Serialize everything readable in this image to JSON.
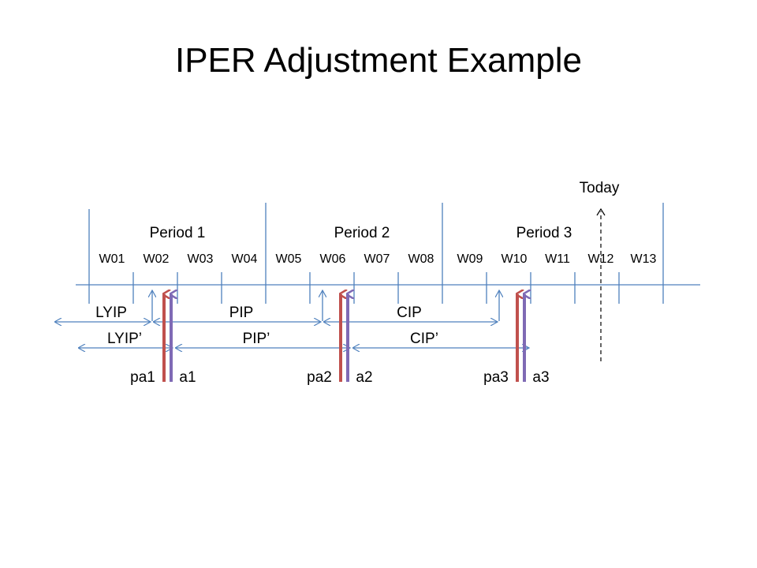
{
  "slide": {
    "title": "IPER Adjustment Example"
  },
  "diagram": {
    "today_label": "Today",
    "periods": [
      "Period 1",
      "Period 2",
      "Period 3"
    ],
    "weeks": [
      "W01",
      "W02",
      "W03",
      "W04",
      "W05",
      "W06",
      "W07",
      "W08",
      "W09",
      "W10",
      "W11",
      "W12",
      "W13"
    ],
    "intervals_original": [
      "LYIP",
      "PIP",
      "CIP"
    ],
    "intervals_adjusted": [
      "LYIP’",
      "PIP’",
      "CIP’"
    ],
    "points": [
      {
        "pa": "pa1",
        "a": "a1"
      },
      {
        "pa": "pa2",
        "a": "a2"
      },
      {
        "pa": "pa3",
        "a": "a3"
      }
    ],
    "colors": {
      "line": "#4f81bd",
      "adjust_red": "#c0504d",
      "adjust_purple": "#7f6ab5",
      "today": "#000000"
    }
  }
}
